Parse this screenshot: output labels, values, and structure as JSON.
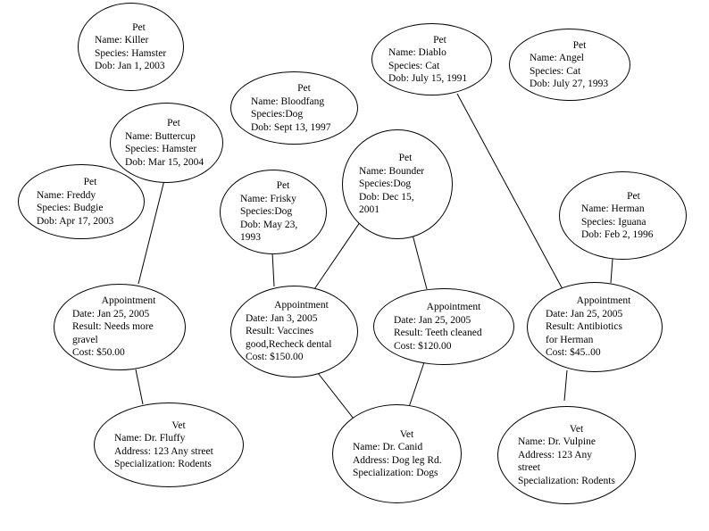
{
  "nodes": {
    "pet_killer": {
      "title": "Pet",
      "lines": [
        "Name: Killer",
        "Species: Hamster",
        "Dob: Jan 1, 2003"
      ]
    },
    "pet_diablo": {
      "title": "Pet",
      "lines": [
        "Name: Diablo",
        "Species: Cat",
        "Dob: July 15, 1991"
      ]
    },
    "pet_angel": {
      "title": "Pet",
      "lines": [
        "Name: Angel",
        "Species: Cat",
        "Dob: July 27, 1993"
      ]
    },
    "pet_bloodfang": {
      "title": "Pet",
      "lines": [
        "Name: Bloodfang",
        "Species:Dog",
        "Dob: Sept 13, 1997"
      ]
    },
    "pet_buttercup": {
      "title": "Pet",
      "lines": [
        "Name: Buttercup",
        "Species: Hamster",
        "Dob: Mar 15, 2004"
      ]
    },
    "pet_bounder": {
      "title": "Pet",
      "lines": [
        "Name: Bounder",
        "Species:Dog",
        "Dob: Dec 15,",
        "2001"
      ]
    },
    "pet_freddy": {
      "title": "Pet",
      "lines": [
        "Name: Freddy",
        "Species: Budgie",
        "Dob: Apr 17, 2003"
      ]
    },
    "pet_frisky": {
      "title": "Pet",
      "lines": [
        "Name: Frisky",
        "Species:Dog",
        "Dob: May 23,",
        "1993"
      ]
    },
    "pet_herman": {
      "title": "Pet",
      "lines": [
        "Name: Herman",
        "Species: Iguana",
        "Dob: Feb 2, 1996"
      ]
    },
    "appt_fluffy": {
      "title": "Appointment",
      "lines": [
        "Date: Jan 25, 2005",
        "Result: Needs more",
        "gravel",
        "Cost: $50.00"
      ]
    },
    "appt_frisky": {
      "title": "Appointment",
      "lines": [
        "Date: Jan 3, 2005",
        "Result: Vaccines",
        "good,Recheck dental",
        "Cost: $150.00"
      ]
    },
    "appt_bounder": {
      "title": "Appointment",
      "lines": [
        "Date: Jan 25, 2005",
        "Result: Teeth cleaned",
        "Cost: $120.00"
      ]
    },
    "appt_herman": {
      "title": "Appointment",
      "lines": [
        "Date: Jan 25, 2005",
        "Result: Antibiotics",
        "for Herman",
        "Cost: $45..00"
      ]
    },
    "vet_fluffy": {
      "title": "Vet",
      "lines": [
        "Name: Dr. Fluffy",
        "Address: 123 Any street",
        "Specialization: Rodents"
      ]
    },
    "vet_canid": {
      "title": "Vet",
      "lines": [
        "Name: Dr. Canid",
        "Address: Dog leg Rd.",
        "Specialization: Dogs"
      ]
    },
    "vet_vulpine": {
      "title": "Vet",
      "lines": [
        "Name: Dr. Vulpine",
        "Address: 123 Any",
        "street",
        "Specialization: Rodents"
      ]
    }
  },
  "edges": [
    [
      "pet_buttercup",
      "appt_fluffy"
    ],
    [
      "appt_fluffy",
      "vet_fluffy"
    ],
    [
      "pet_frisky",
      "appt_frisky"
    ],
    [
      "pet_bounder",
      "appt_frisky"
    ],
    [
      "pet_bounder",
      "appt_bounder"
    ],
    [
      "appt_frisky",
      "vet_canid"
    ],
    [
      "appt_bounder",
      "vet_canid"
    ],
    [
      "pet_diablo",
      "appt_herman"
    ],
    [
      "pet_herman",
      "appt_herman"
    ],
    [
      "appt_herman",
      "vet_vulpine"
    ]
  ]
}
